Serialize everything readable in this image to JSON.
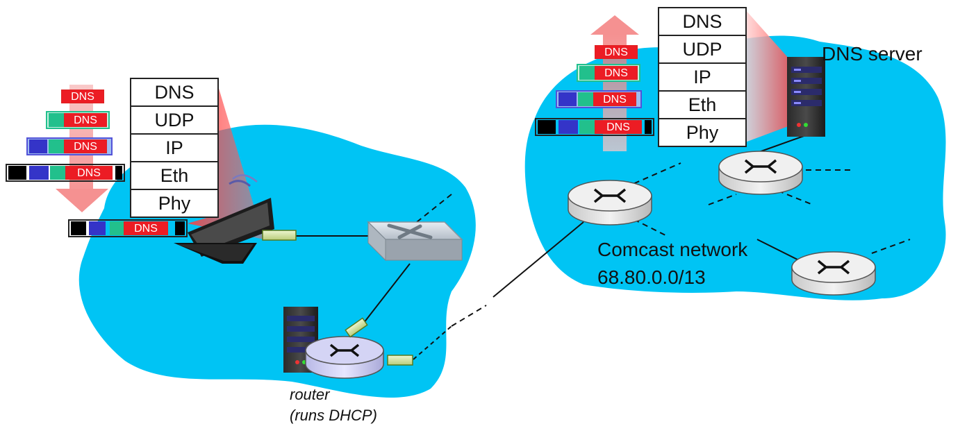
{
  "protocol_stack_layers": [
    "DNS",
    "UDP",
    "IP",
    "Eth",
    "Phy"
  ],
  "packet_label": "DNS",
  "labels": {
    "dns_server": "DNS server",
    "network_name": "Comcast network",
    "network_prefix": "68.80.0.0/13",
    "router": "router",
    "router_note": "(runs DHCP)"
  },
  "colors": {
    "network_cloud": "#00c4f4",
    "dns_payload": "#ec1c24",
    "udp_header": "#22c08c",
    "ip_header": "#3434c8",
    "eth_header": "#000000",
    "flow_arrow": "#f26d6d"
  },
  "flow": {
    "client_side": "down",
    "server_side": "up"
  }
}
